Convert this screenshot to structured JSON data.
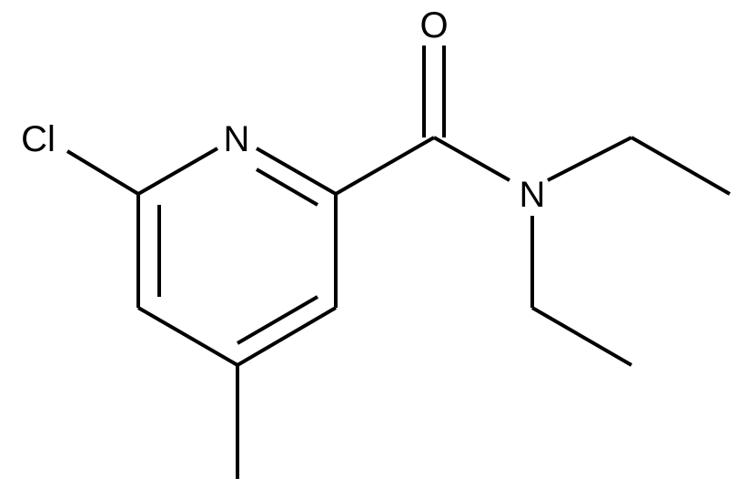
{
  "molecule": {
    "atoms": {
      "chlorine": "Cl",
      "ring_nitrogen": "N",
      "carbonyl_oxygen": "O",
      "amide_nitrogen": "N"
    },
    "bond_color": "#000000",
    "background": "#ffffff"
  }
}
